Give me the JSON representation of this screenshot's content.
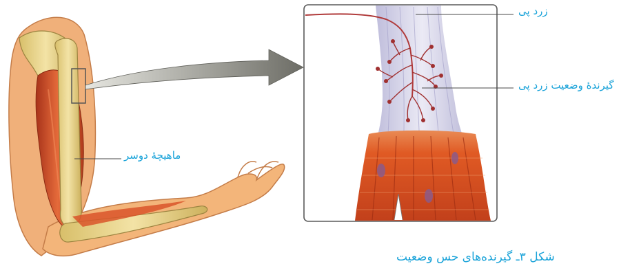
{
  "labels": {
    "tendon": "زرد پی",
    "tendon_receptor": "گیرندهٔ وضعیت زرد پی",
    "biceps_muscle": "ماهیچهٔ دوسر"
  },
  "caption": "شکل ۳ـ گیرنده‌های حس وضعیت",
  "colors": {
    "label_text": "#1aa3d9",
    "leader_line": "#4a4a4a",
    "muscle": "#d9552a",
    "bone": "#e8d489",
    "skin": "#f3b57a",
    "tendon": "#c9c8e2",
    "nerve": "#9b2a2a",
    "arrow": "#7a7a74"
  }
}
